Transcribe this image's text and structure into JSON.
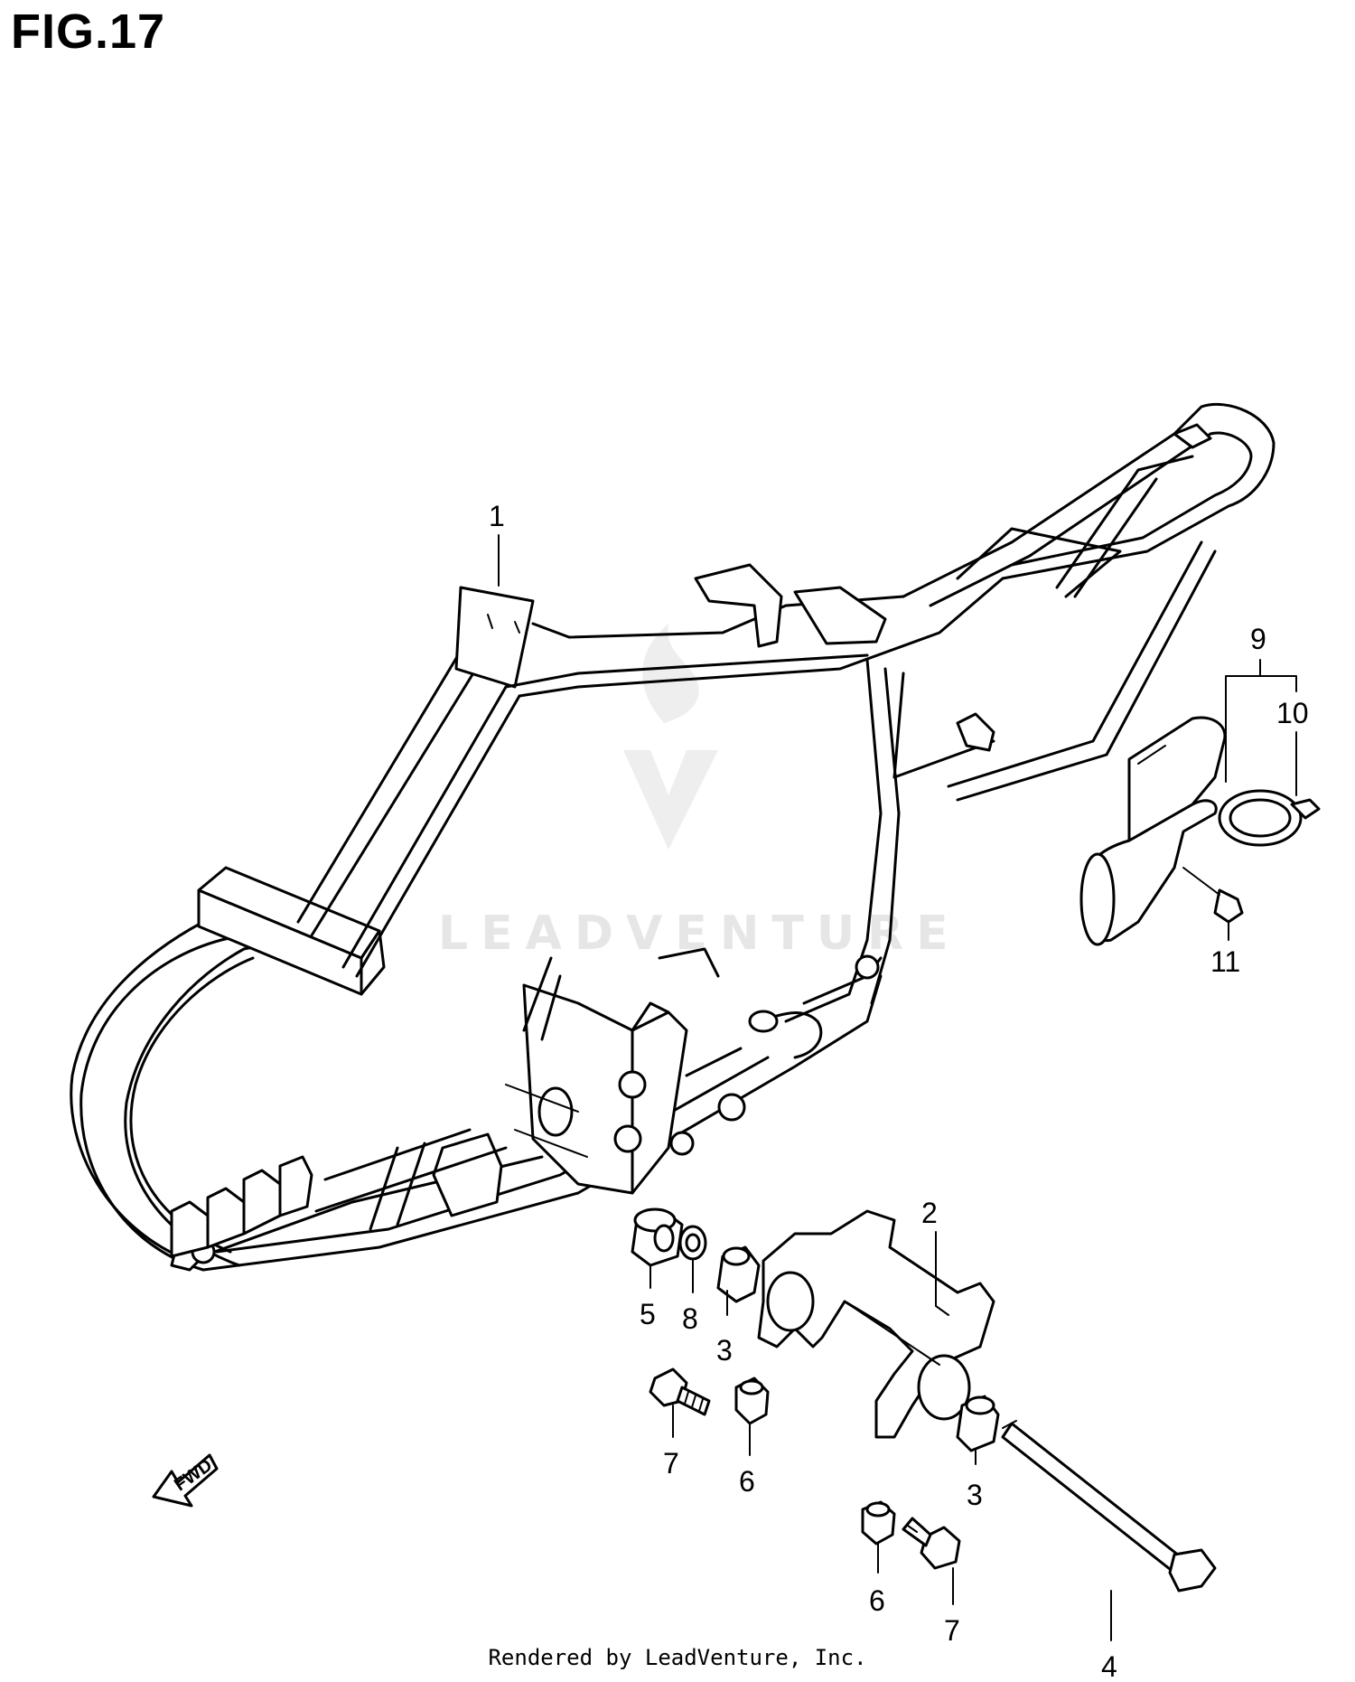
{
  "figure": {
    "title": "FIG.17"
  },
  "watermark": {
    "text": "LEADVENTURE",
    "color": "#e6e6e6"
  },
  "direction_arrow": {
    "label": "FWD"
  },
  "callouts": {
    "c1": "1",
    "c2": "2",
    "c3a": "3",
    "c3b": "3",
    "c4": "4",
    "c5": "5",
    "c6a": "6",
    "c6b": "6",
    "c7a": "7",
    "c7b": "7",
    "c8": "8",
    "c9": "9",
    "c10": "10",
    "c11": "11"
  },
  "footer": {
    "text": "Rendered by LeadVenture, Inc."
  }
}
